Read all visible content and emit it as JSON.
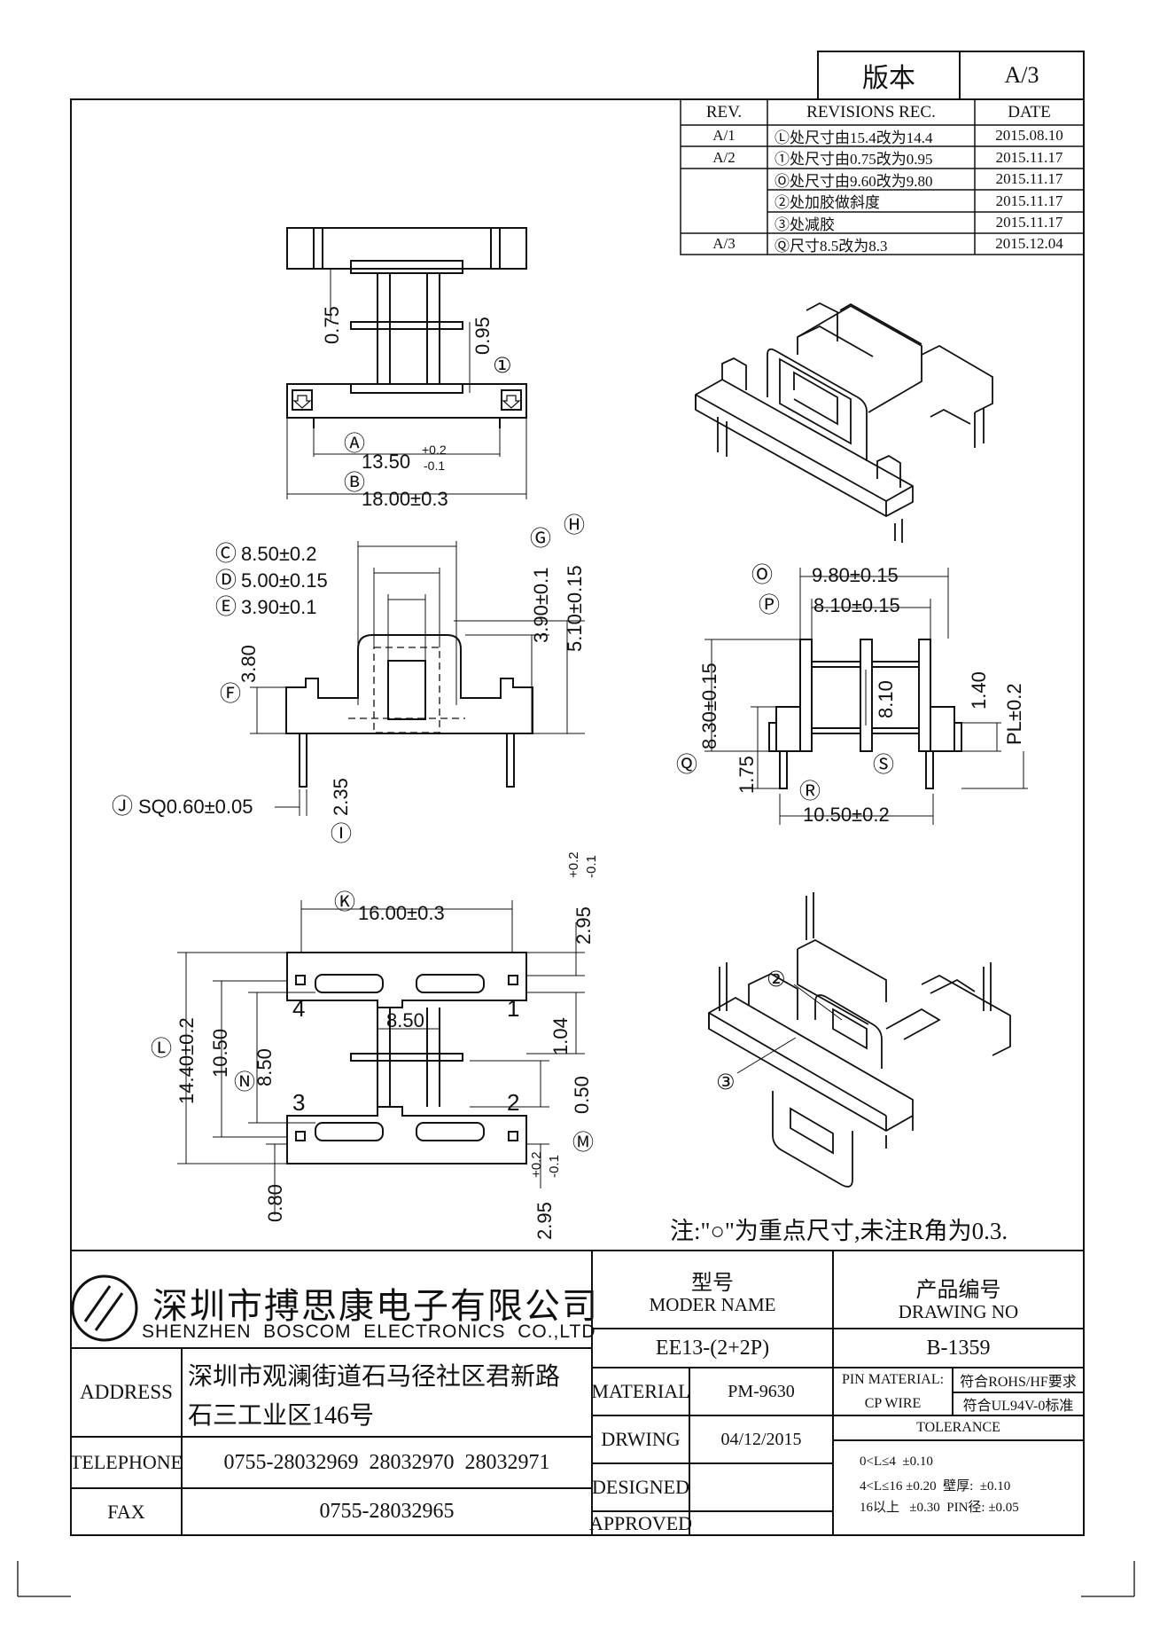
{
  "version": {
    "label": "版本",
    "value": "A/3"
  },
  "revisions": {
    "headers": [
      "REV.",
      "REVISIONS REC.",
      "DATE"
    ],
    "rows": [
      {
        "rev": "A/1",
        "rec": "Ⓛ处尺寸由15.4改为14.4",
        "date": "2015.08.10"
      },
      {
        "rev": "A/2",
        "rec": "①处尺寸由0.75改为0.95",
        "date": "2015.11.17"
      },
      {
        "rev": "",
        "rec": "Ⓞ处尺寸由9.60改为9.80",
        "date": "2015.11.17"
      },
      {
        "rev": "",
        "rec": "②处加胶做斜度",
        "date": "2015.11.17"
      },
      {
        "rev": "",
        "rec": "③处减胶",
        "date": "2015.11.17"
      },
      {
        "rev": "A/3",
        "rec": "Ⓠ尺寸8.5改为8.3",
        "date": "2015.12.04"
      }
    ]
  },
  "dims": {
    "d075": "0.75",
    "d095": "0.95",
    "c1": "①",
    "cA": "Ⓐ",
    "d1350": "13.50",
    "tolA_up": "+0.2",
    "tolA_dn": "-0.1",
    "cB": "Ⓑ",
    "d1800": "18.00±0.3",
    "cC": "Ⓒ",
    "d850": "8.50±0.2",
    "cD": "Ⓓ",
    "d500": "5.00±0.15",
    "cE": "Ⓔ",
    "d390": "3.90±0.1",
    "cF": "Ⓕ",
    "d380": "3.80",
    "cG": "Ⓖ",
    "d390b": "3.90±0.1",
    "cH": "Ⓗ",
    "d510": "5.10±0.15",
    "cJ": "Ⓙ",
    "dsq": "SQ0.60±0.05",
    "d235": "2.35",
    "cI": "Ⓘ",
    "cO": "Ⓞ",
    "d980": "9.80±0.15",
    "cP": "Ⓟ",
    "d810": "8.10±0.15",
    "d830": "8.30±0.15",
    "d810b": "8.10",
    "d140": "1.40",
    "dPL": "PL±0.2",
    "cQ": "Ⓠ",
    "d175": "1.75",
    "cR": "Ⓡ",
    "cS": "Ⓢ",
    "d1050": "10.50±0.2",
    "cK": "Ⓚ",
    "d1600": "16.00±0.3",
    "d295": "2.95",
    "tol295_up": "+0.2",
    "tol295_dn": "-0.1",
    "cL": "Ⓛ",
    "d1440": "14.40±0.2",
    "d1050b": "10.50",
    "cN": "Ⓝ",
    "d850b": "8.50",
    "d850c": "8.50",
    "d104": "1.04",
    "d050": "0.50",
    "cM": "Ⓜ",
    "d080": "0.80",
    "d295b": "2.95",
    "tol295b_up": "+0.2",
    "tol295b_dn": "-0.1",
    "pin1": "1",
    "pin2": "2",
    "pin3": "3",
    "pin4": "4",
    "c2": "②",
    "c3": "③"
  },
  "note": "注:\"○\"为重点尺寸,未注R角为0.3.",
  "company": {
    "name_cn": "深圳市搏思康电子有限公司",
    "name_en": "SHENZHEN  BOSCOM  ELECTRONICS  CO.,LTD"
  },
  "title_block": {
    "model_cn": "型号",
    "model_en": "MODER NAME",
    "model_value": "EE13-(2+2P)",
    "drawing_cn": "产品编号",
    "drawing_en": "DRAWING NO",
    "drawing_value": "B-1359",
    "address_label": "ADDRESS",
    "address_line1": "深圳市观澜街道石马径社区君新路",
    "address_line2": "石三工业区146号",
    "material_label": "MATERIAL",
    "material_value": "PM-9630",
    "pin_material_label": "PIN MATERIAL:",
    "pin_material_value": "符合ROHS/HF要求",
    "cp_wire_label": "CP WIRE",
    "cp_wire_value": "符合UL94V-0标准",
    "tolerance_label": "TOLERANCE",
    "tol_line1": "0<L≤4  ±0.10",
    "tol_line2": "4<L≤16 ±0.20  壁厚:  ±0.10",
    "tol_line3": "16以上   ±0.30  PIN径: ±0.05",
    "drawing_date_label": "DRWING",
    "drawing_date": "04/12/2015",
    "designed_label": "DESIGNED",
    "approved_label": "APPROVED",
    "telephone_label": "TELEPHONE",
    "telephone_value": "0755-28032969  28032970  28032971",
    "fax_label": "FAX",
    "fax_value": "0755-28032965"
  }
}
